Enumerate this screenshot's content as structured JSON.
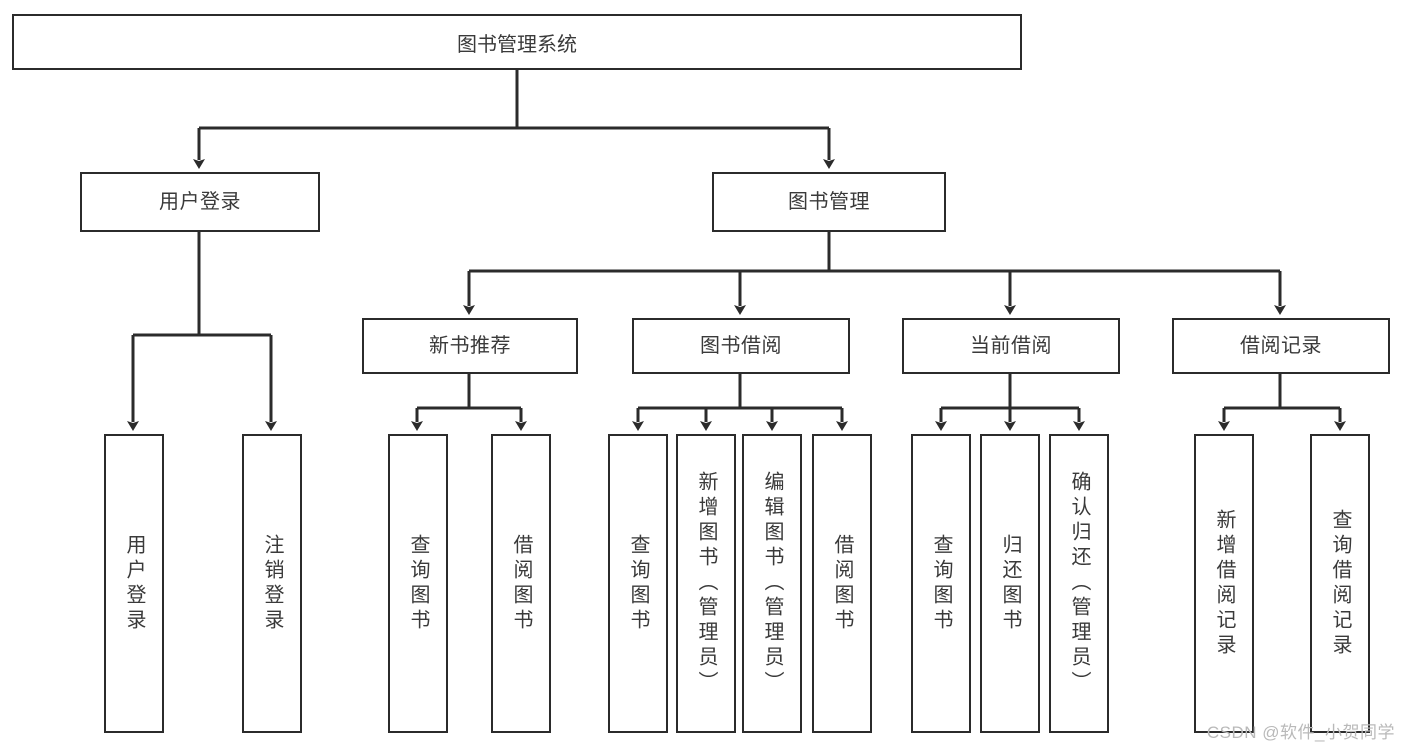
{
  "diagram": {
    "title": "图书管理系统",
    "type": "functional-structure-tree",
    "root": {
      "label": "图书管理系统"
    },
    "level2": [
      {
        "label": "用户登录"
      },
      {
        "label": "图书管理"
      }
    ],
    "level3": [
      {
        "label": "新书推荐"
      },
      {
        "label": "图书借阅"
      },
      {
        "label": "当前借阅"
      },
      {
        "label": "借阅记录"
      }
    ],
    "leaves": {
      "user_login": [
        {
          "label": "用户登录"
        },
        {
          "label": "注销登录"
        }
      ],
      "new_book_recommend": [
        {
          "label": "查询图书"
        },
        {
          "label": "借阅图书"
        }
      ],
      "book_borrow": [
        {
          "label": "查询图书"
        },
        {
          "label": "新增图书（管理员）"
        },
        {
          "label": "编辑图书（管理员）"
        },
        {
          "label": "借阅图书"
        }
      ],
      "current_borrow": [
        {
          "label": "查询图书"
        },
        {
          "label": "归还图书"
        },
        {
          "label": "确认归还（管理员）"
        }
      ],
      "borrow_records": [
        {
          "label": "新增借阅记录"
        },
        {
          "label": "查询借阅记录"
        }
      ]
    }
  },
  "watermark": {
    "text": "CSDN @软件_小贺同学"
  },
  "colors": {
    "border": "#2b2b2b",
    "text": "#3a3a3a",
    "background": "#ffffff",
    "watermark": "#b9b9b9"
  }
}
